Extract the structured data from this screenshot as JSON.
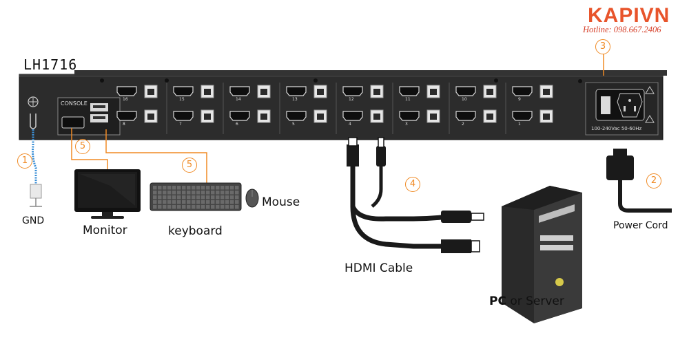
{
  "brand": {
    "name": "KAPIVN",
    "hotline": "Hotline: 098.667.2406"
  },
  "model": "LH1716",
  "panel": {
    "console_label": "CONSOLE",
    "power_spec": "100-240Vac 50-60Hz",
    "ports_top": [
      "16",
      "15",
      "14",
      "13",
      "12",
      "11",
      "10",
      "9"
    ],
    "ports_bottom": [
      "8",
      "7",
      "6",
      "5",
      "4",
      "3",
      "2",
      "1"
    ]
  },
  "labels": {
    "gnd": "GND",
    "monitor": "Monitor",
    "keyboard": "keyboard",
    "mouse": "Mouse",
    "hdmi_cable": "HDMI Cable",
    "pc": "PC",
    "pc_or": " or Server",
    "power_cord": "Power Cord"
  },
  "callouts": {
    "c1": "1",
    "c2": "2",
    "c3": "3",
    "c4": "4",
    "c5a": "5",
    "c5b": "5"
  },
  "colors": {
    "accent": "#f08a24",
    "brand": "#e8542b",
    "ground_wire": "#3b8fd6",
    "panel": "#2b2b2b"
  }
}
